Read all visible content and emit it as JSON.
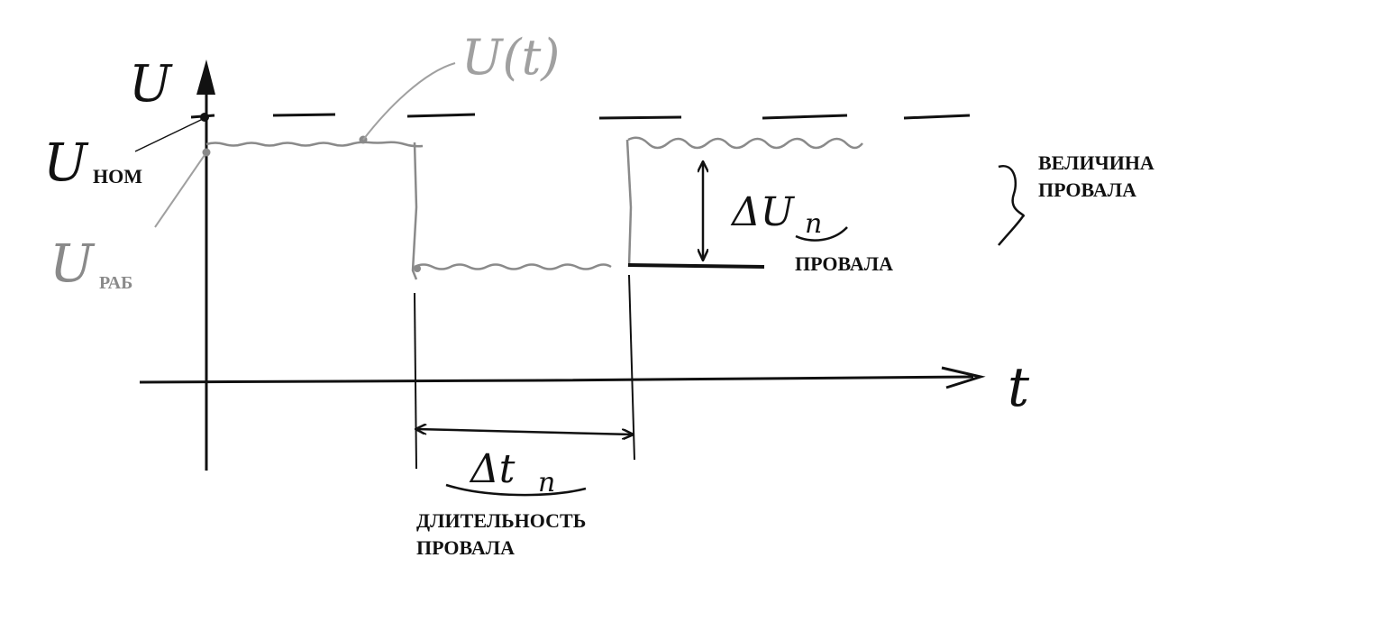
{
  "axes": {
    "y_label": "U",
    "x_label": "t"
  },
  "labels": {
    "u_nom_symbol": "U",
    "u_nom_sub": "НОМ",
    "u_rab_symbol": "U",
    "u_rab_sub": "РАБ",
    "u_t": "U(t)",
    "delta_u_symbol": "ΔU",
    "delta_u_sub": "п",
    "delta_u_caption": "ПРОВАЛА",
    "magnitude_caption_line1": "ВЕЛИЧИНА",
    "magnitude_caption_line2": "ПРОВАЛА",
    "delta_t_symbol": "Δt",
    "delta_t_sub": "п",
    "duration_caption_line1": "ДЛИТЕЛЬНОСТЬ",
    "duration_caption_line2": "ПРОВАЛА"
  },
  "colors": {
    "ink": "#111111",
    "pencil_gray": "#8a8a8a",
    "light_gray": "#a0a0a0"
  }
}
